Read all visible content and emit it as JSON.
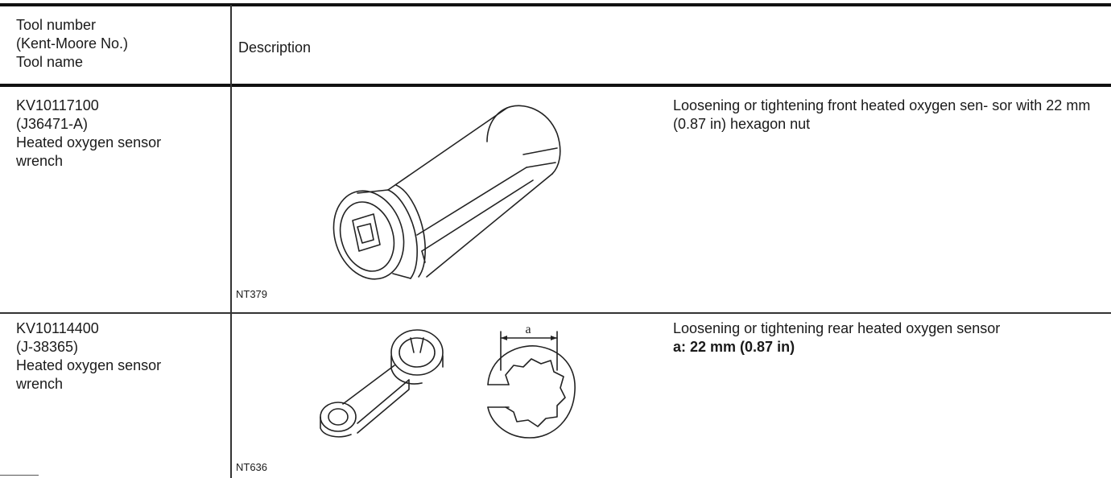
{
  "header": {
    "tool_col": "Tool number\n(Kent-Moore No.)\nTool name",
    "desc_col": "Description"
  },
  "rows": [
    {
      "tool": "KV10117100\n(J36471-A)\nHeated oxygen sensor\nwrench",
      "description": "Loosening or tightening front heated oxygen sen- sor with 22 mm (0.87 in) hexagon nut",
      "figure_ref": "NT379",
      "figure_icon": "socket-wrench-illustration"
    },
    {
      "tool": "KV10114400\n(J-38365)\nHeated oxygen sensor\nwrench",
      "description": "Loosening or tightening rear heated oxygen sensor",
      "spec": "a: 22 mm (0.87 in)",
      "figure_ref": "NT636",
      "figure_label": "a",
      "figure_icon": "ring-spanner-illustration"
    }
  ]
}
